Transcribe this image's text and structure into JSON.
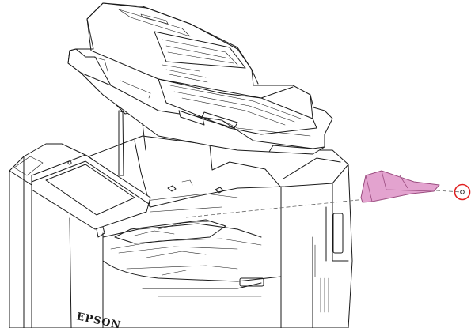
{
  "diagram": {
    "brand_label": "EPSON",
    "highlight_color": "#e3a3cf",
    "highlight_stroke": "#9b4d80",
    "callout_color": "#e02020",
    "line_color": "#1a1a1a",
    "parts": [
      {
        "name": "printer-body",
        "kind": "line-art"
      },
      {
        "name": "adf-scanner-unit",
        "kind": "line-art",
        "state": "open"
      },
      {
        "name": "control-panel",
        "kind": "line-art"
      },
      {
        "name": "highlighted-cover-part",
        "kind": "highlighted"
      },
      {
        "name": "screw-callout",
        "kind": "callout"
      }
    ]
  }
}
